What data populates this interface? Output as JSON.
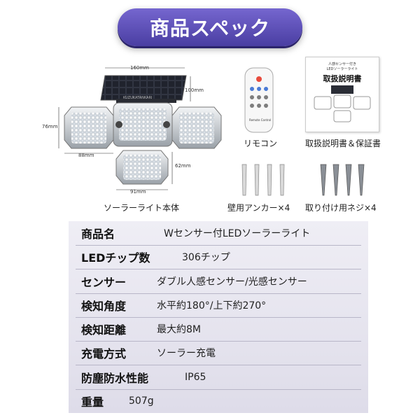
{
  "header": {
    "title": "商品スペック"
  },
  "photos": {
    "main_unit": {
      "label": "ソーラーライト本体",
      "panel_brand": "KUZUKATANKARI",
      "dim_width_top": "160mm",
      "dim_panel_height": "100mm",
      "dim_side_height": "76mm",
      "dim_side_width": "88mm",
      "dim_bottom_height": "62mm",
      "dim_bottom_width": "91mm"
    },
    "remote": {
      "label": "リモコン",
      "text": "Remote Control"
    },
    "manual": {
      "label": "取扱説明書＆保証書",
      "line1": "人感センサー付き",
      "line2": "LEDソーラーライト",
      "heading": "取扱説明書"
    },
    "anchors": {
      "label": "壁用アンカー×4"
    },
    "screws": {
      "label": "取り付け用ネジ×4"
    }
  },
  "specs": [
    {
      "key": "商品名",
      "value": "Wセンサー付LEDソーラーライト"
    },
    {
      "key": "LEDチップ数",
      "value": "306チップ"
    },
    {
      "key": "センサー",
      "value": "ダブル人感センサー/光感センサー"
    },
    {
      "key": "検知角度",
      "value": "水平約180°/上下約270°"
    },
    {
      "key": "検知距離",
      "value": "最大約8M"
    },
    {
      "key": "充電方式",
      "value": "ソーラー充電"
    },
    {
      "key": "防塵防水性能",
      "value": "IP65"
    },
    {
      "key": "重量",
      "value": "507g"
    }
  ],
  "colors": {
    "accent": "#5a4db8",
    "panel": "#1a1c24",
    "table_bg": "#e6e4ef"
  }
}
